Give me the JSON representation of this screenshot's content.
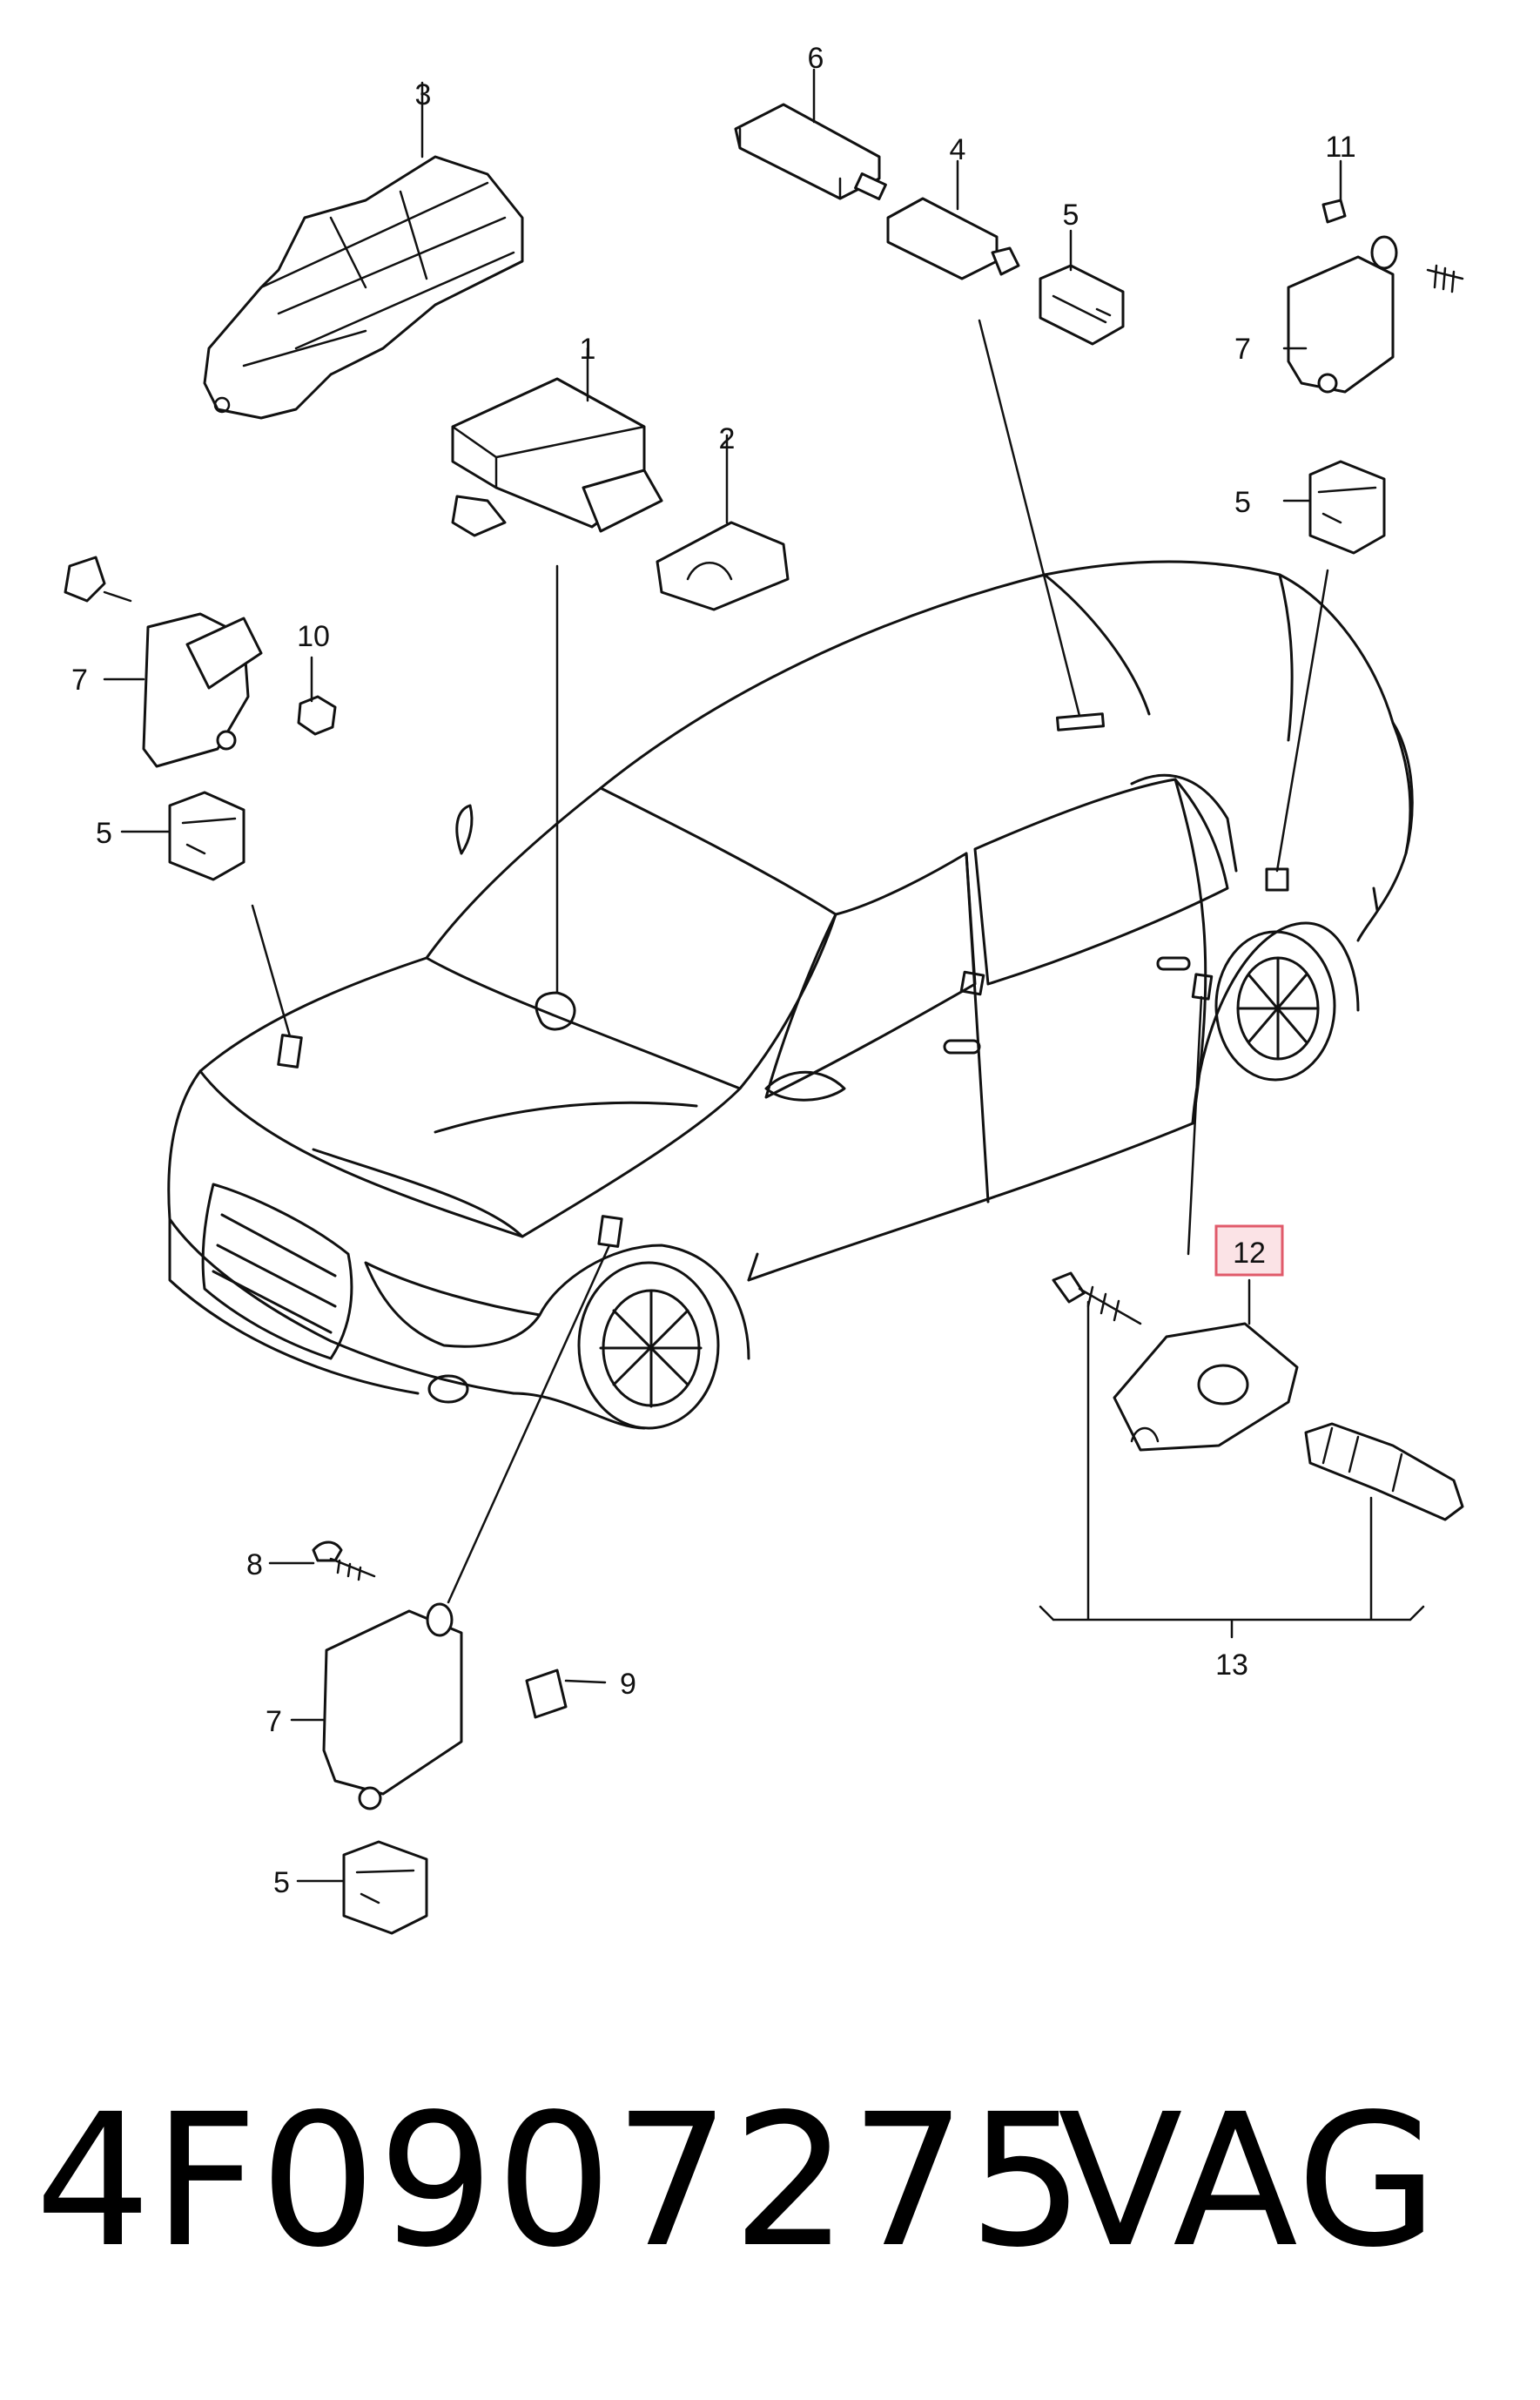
{
  "callouts": {
    "c1": "1",
    "c2": "2",
    "c3": "3",
    "c4": "4",
    "c5_top": "5",
    "c5_upper_right": "5",
    "c5_left": "5",
    "c5_bottom": "5",
    "c6": "6",
    "c7_upper_right": "7",
    "c7_left": "7",
    "c7_bottom": "7",
    "c8": "8",
    "c9": "9",
    "c10": "10",
    "c11": "11",
    "c12": "12",
    "c13": "13"
  },
  "highlight": {
    "callout": "12",
    "color": "#e05a6a",
    "fill": "#fbe3e6"
  },
  "caption": {
    "part_number": "4F0907275",
    "brand": "VAG"
  },
  "colors": {
    "line": "#111111",
    "background": "#ffffff"
  }
}
